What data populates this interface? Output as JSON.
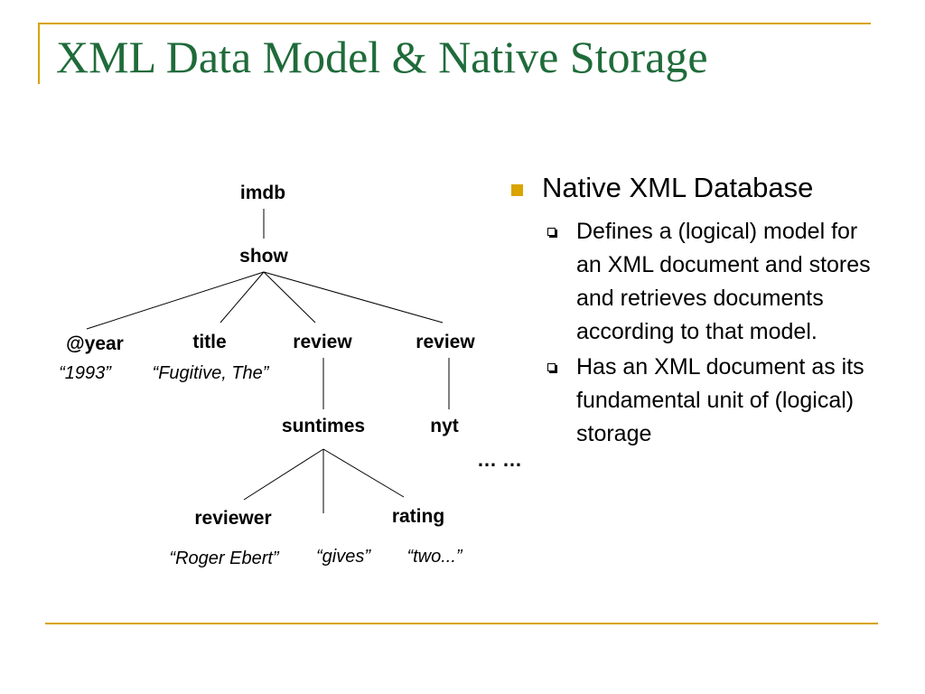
{
  "slide": {
    "title": "XML Data Model & Native Storage"
  },
  "tree": {
    "nodes": {
      "imdb": "imdb",
      "show": "show",
      "year": "@year",
      "title": "title",
      "review1": "review",
      "review2": "review",
      "suntimes": "suntimes",
      "nyt": "nyt",
      "reviewer": "reviewer",
      "rating": "rating"
    },
    "values": {
      "year": "“1993”",
      "title": "“Fugitive, The”",
      "reviewer": "“Roger Ebert”",
      "gives": "“gives”",
      "rating": "“two...”"
    },
    "ellipsis": "… …"
  },
  "bullets": {
    "main": "Native XML Database",
    "sub": [
      "Defines a (logical) model for an XML document and stores and retrieves documents according to that model.",
      "Has an XML document as its fundamental unit of (logical) storage"
    ]
  },
  "colors": {
    "title": "#1f6b3a",
    "accent": "#d9a300",
    "text": "#000000"
  }
}
